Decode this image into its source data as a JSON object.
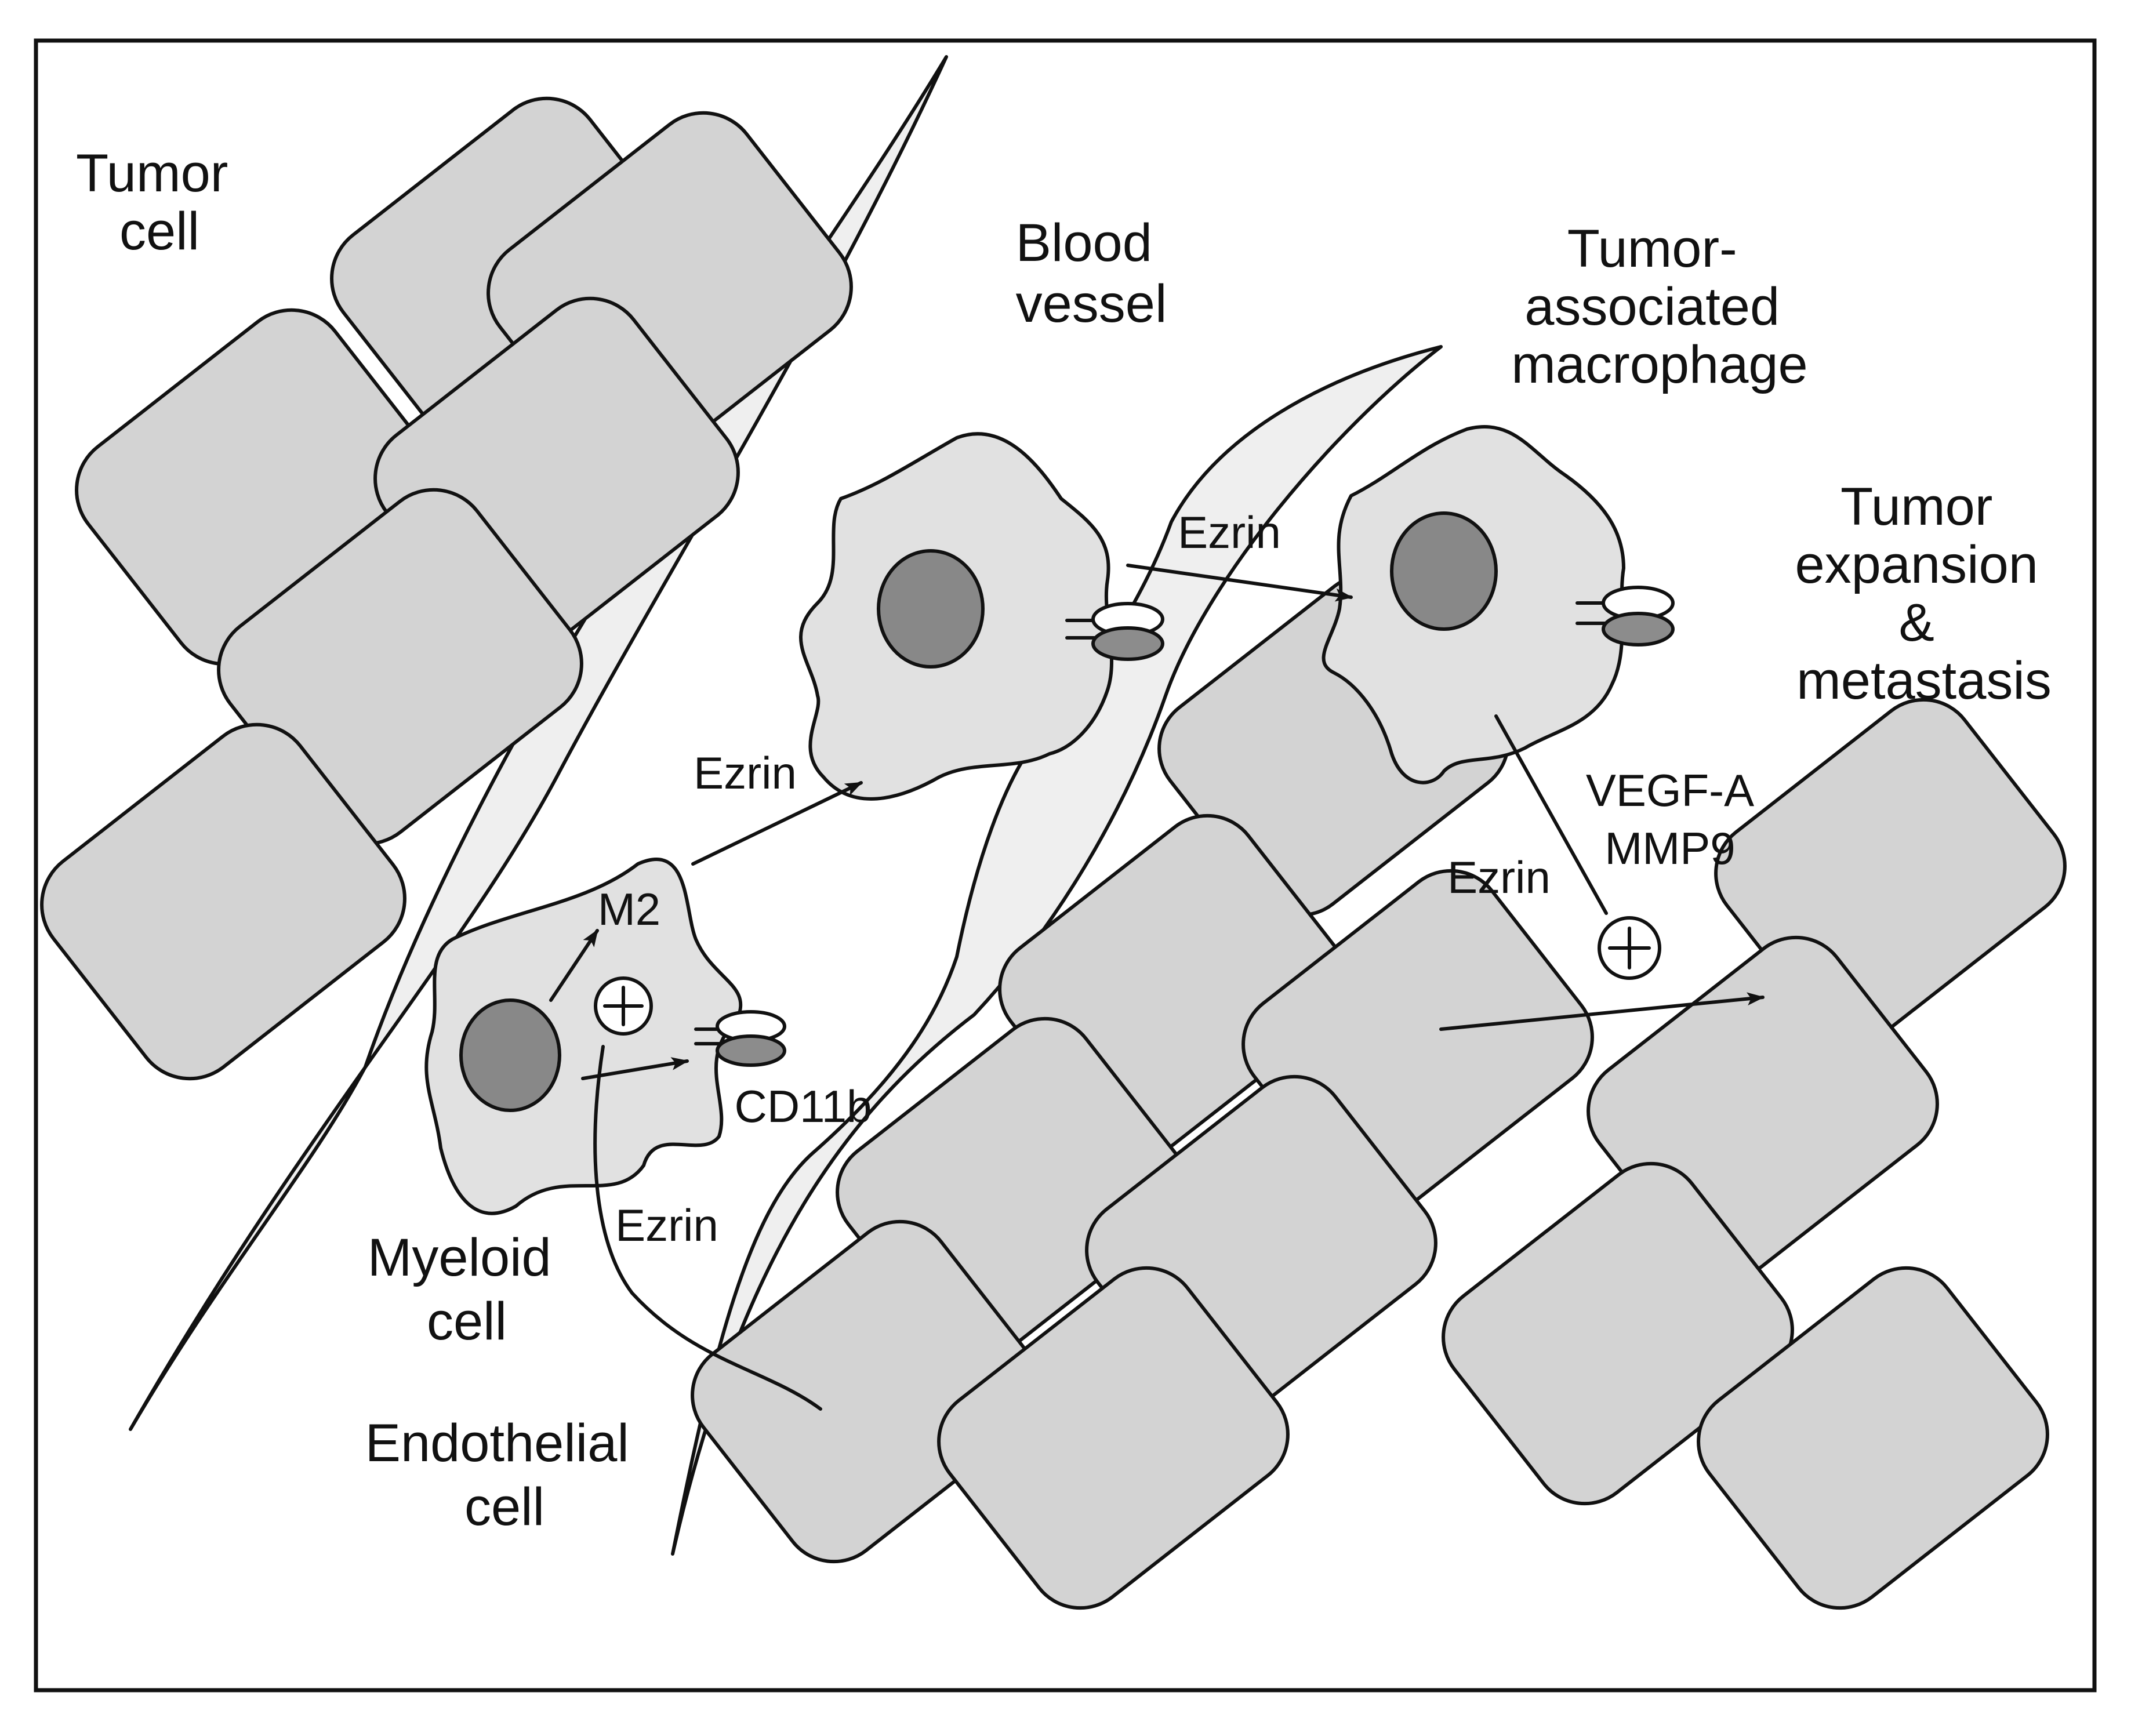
{
  "labels": {
    "tumor_cell": [
      "Tumor",
      "cell"
    ],
    "blood_vessel": [
      "Blood",
      "vessel"
    ],
    "tam": [
      "Tumor-",
      "associated",
      "macrophage"
    ],
    "expansion": [
      "Tumor",
      "expansion",
      "&",
      "metastasis"
    ],
    "myeloid_cell": [
      "Myeloid",
      "cell"
    ],
    "endothelial_cell": [
      "Endothelial",
      "cell"
    ],
    "m2": "M2",
    "cd11b": "CD11b",
    "vegf": "VEGF-A",
    "mmp9": "MMP9",
    "ezrin_1": "Ezrin",
    "ezrin_2": "Ezrin",
    "ezrin_3": "Ezrin",
    "ezrin_4": "Ezrin"
  },
  "colors": {
    "cell_fill": "#d3d3d3",
    "vessel_fill": "#efefef",
    "macrophage_fill": "#e1e1e1",
    "nucleus_fill": "#888888",
    "receptor_dark": "#8c8c8c",
    "outline": "#111111"
  },
  "icons": [
    "plus-circle-icon",
    "receptor-pair-icon",
    "arrow-icon"
  ]
}
